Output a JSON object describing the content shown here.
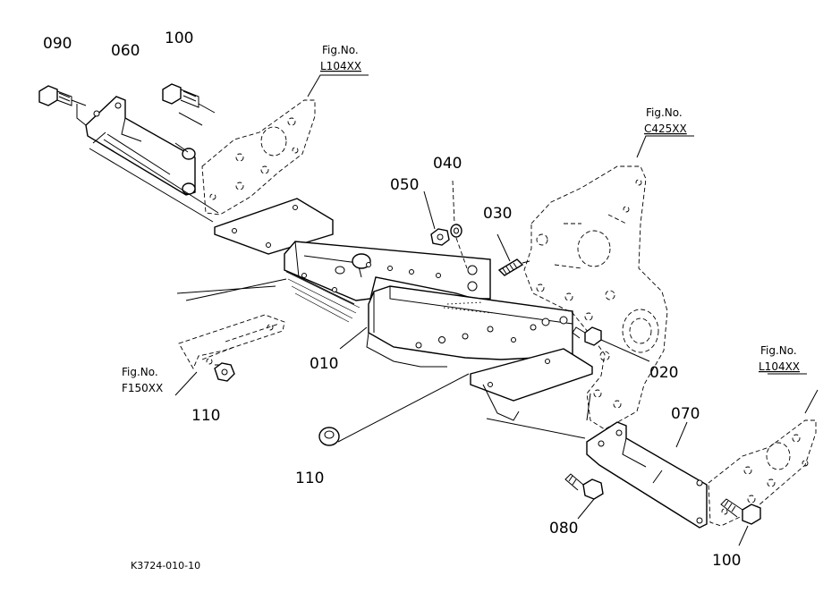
{
  "part_labels": {
    "p090": "090",
    "p060": "060",
    "p100_top": "100",
    "p050": "050",
    "p040": "040",
    "p030": "030",
    "p010": "010",
    "p020": "020",
    "p110_left": "110",
    "p110_center": "110",
    "p070": "070",
    "p080": "080",
    "p100_bottom": "100"
  },
  "figure_refs": {
    "ref_l104_top": {
      "label": "Fig.No.",
      "code": "L104XX"
    },
    "ref_c425": {
      "label": "Fig.No.",
      "code": "C425XX"
    },
    "ref_f150": {
      "label": "Fig.No.",
      "code": "F150XX"
    },
    "ref_l104_right": {
      "label": "Fig.No.",
      "code": "L104XX"
    }
  },
  "drawing_code": "K3724-010-10"
}
